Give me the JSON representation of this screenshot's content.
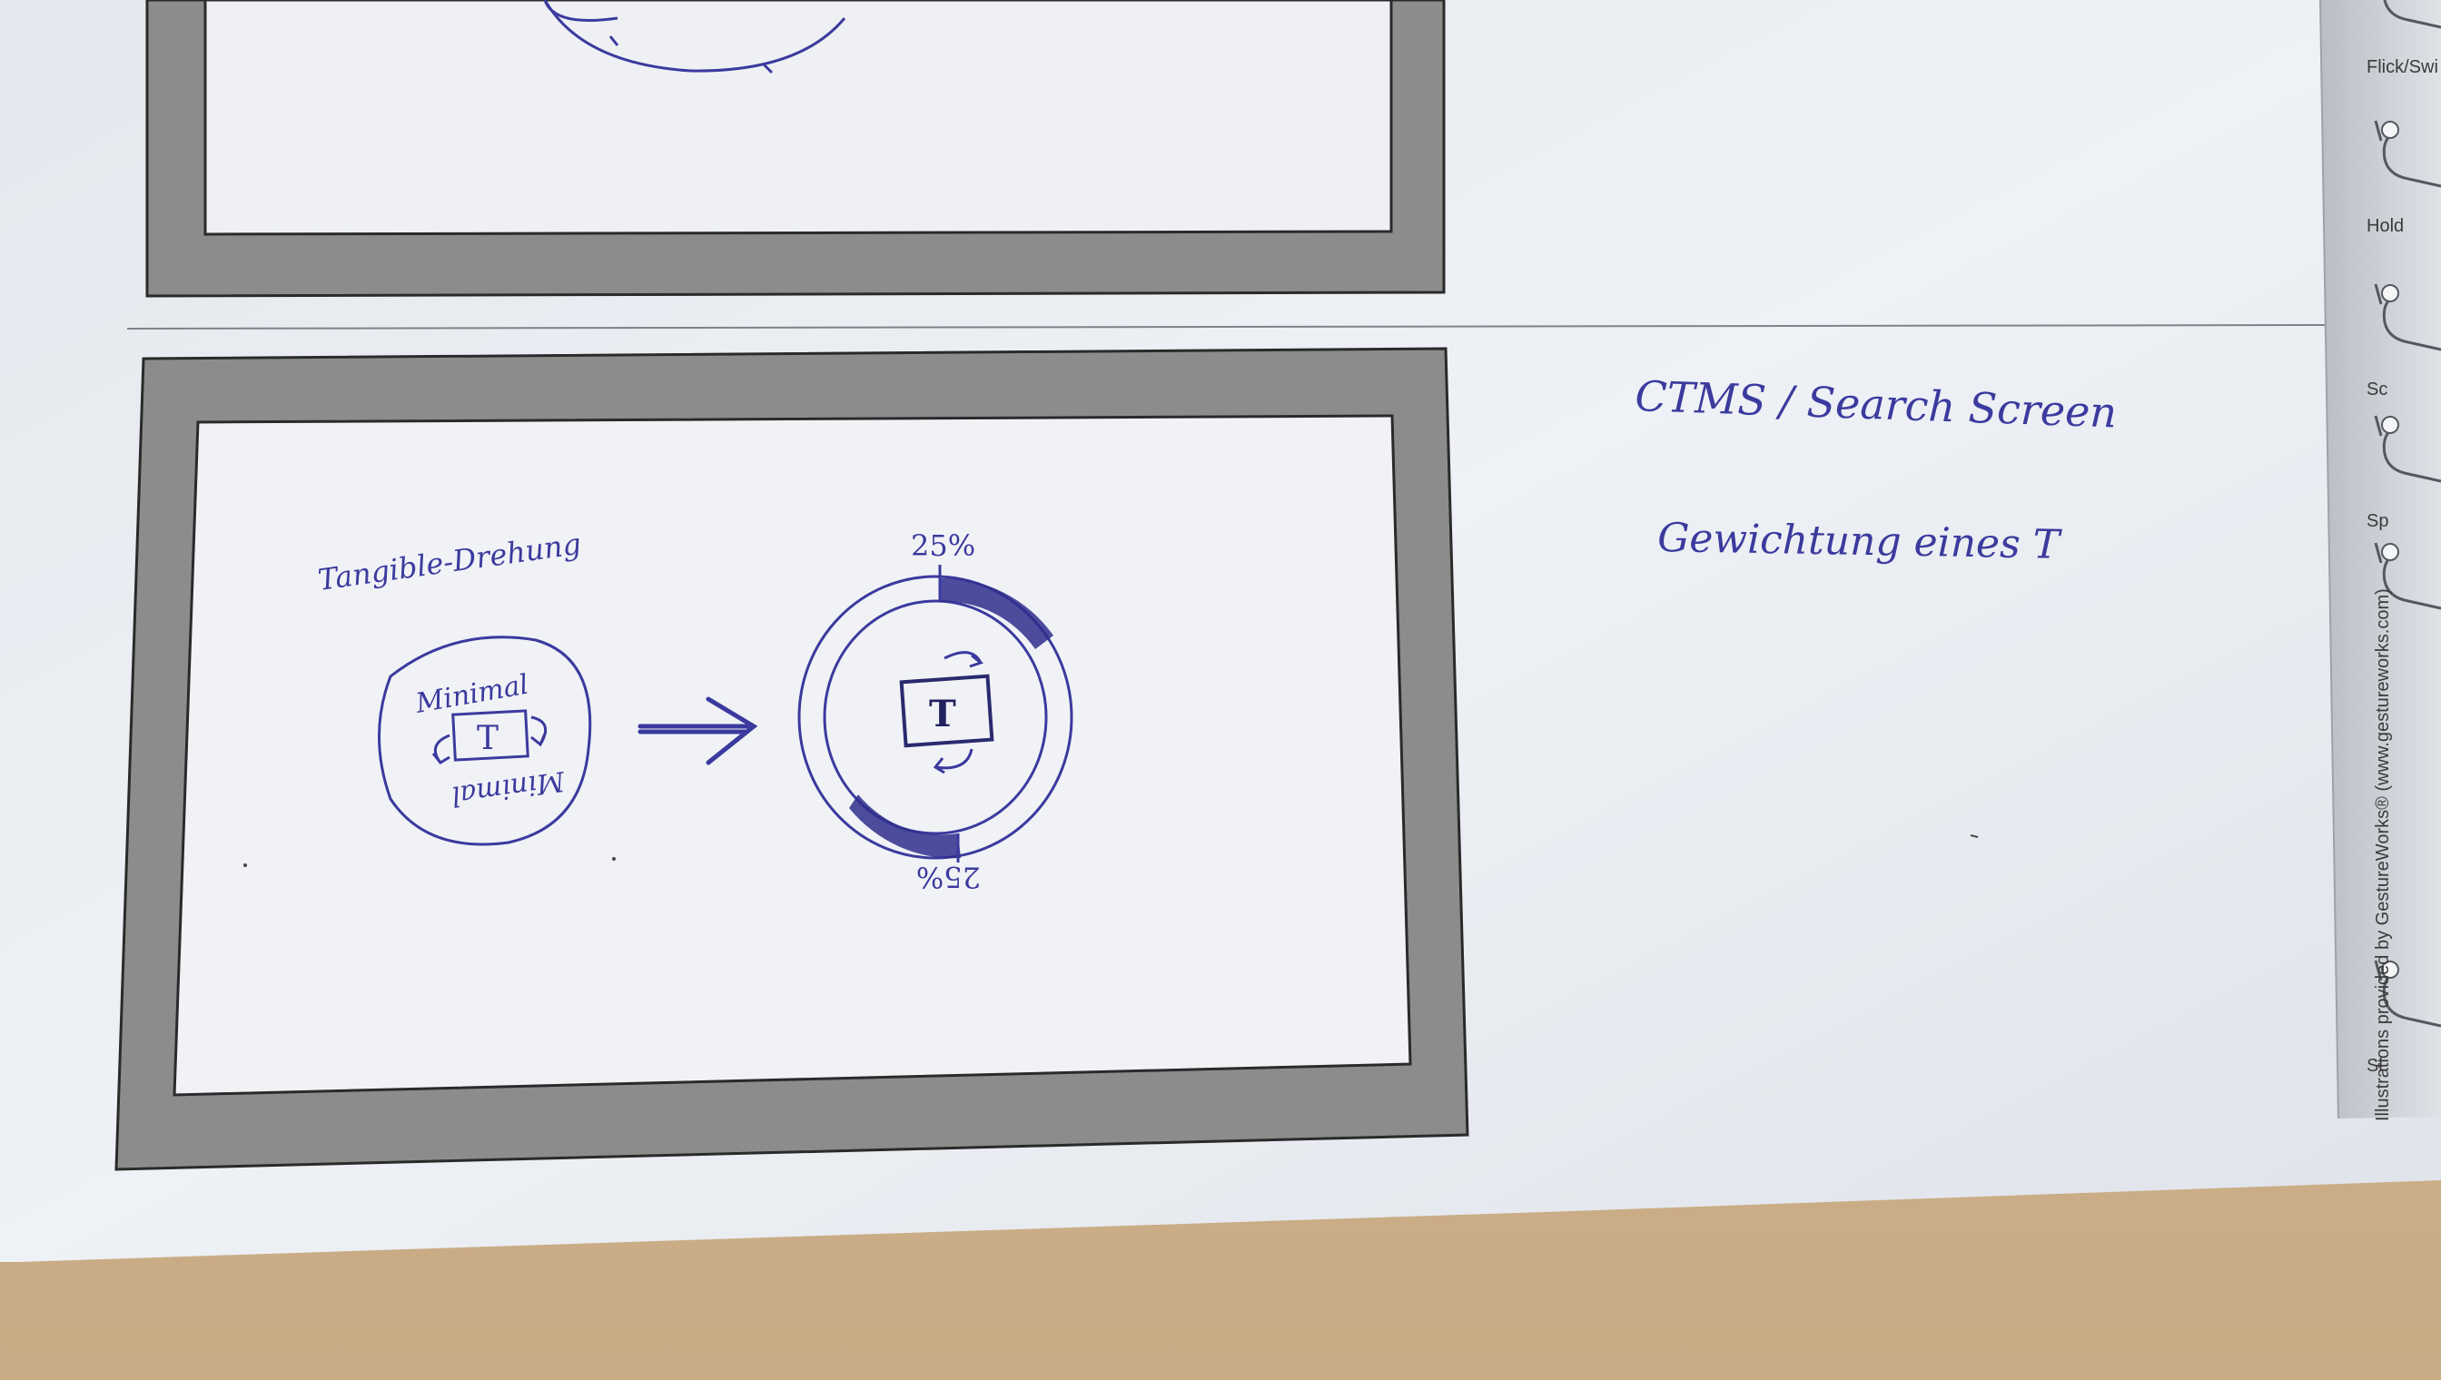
{
  "sheet": {
    "project_title": "CTMS / Search Screen",
    "subtitle": "Gewichtung eines T",
    "footer_credit": "Illustrations provided by GestureWorks® (www.gestureworks.com)"
  },
  "sketch": {
    "caption": "Tangible-Drehung",
    "token_letter": "T",
    "label_top": "Minimal",
    "label_bottom": "Minimal",
    "percent_top": "25%",
    "percent_bottom": "25%"
  },
  "gesture_sidebar": {
    "items": [
      {
        "label": "Flick/Swi",
        "icon": "flick-swipe-hand-icon"
      },
      {
        "label": "Hold",
        "icon": "hold-hand-icon"
      },
      {
        "label": "Sc",
        "icon": "scroll-hand-icon"
      },
      {
        "label": "Sp",
        "icon": "spread-hand-icon"
      },
      {
        "label": "",
        "icon": "drag-hand-icon"
      },
      {
        "label": "Sl",
        "icon": "slide-hand-icon"
      }
    ]
  },
  "colors": {
    "ink": "#3b3a9e",
    "paper": "#eef0f4",
    "frame": "#8a8a8a",
    "table": "#cfb48f"
  }
}
